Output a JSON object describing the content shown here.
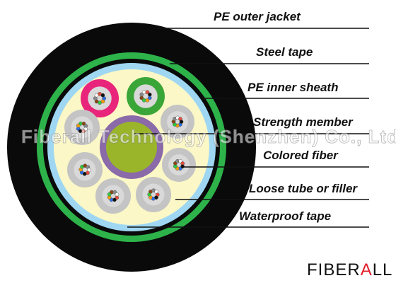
{
  "labels": [
    {
      "text": "PE outer jacket"
    },
    {
      "text": "Steel tape"
    },
    {
      "text": "PE inner sheath"
    },
    {
      "text": "Strength member"
    },
    {
      "text": "Colored fiber"
    },
    {
      "text": "Loose tube or filler"
    },
    {
      "text": "Waterproof tape"
    }
  ],
  "watermark": "Fiberall Technology (Shenzhen) Co., Ltd",
  "logo": {
    "part1": "FIBER",
    "part2": "A",
    "part3": "LL"
  },
  "colors": {
    "outer_jacket": "#0a0a0a",
    "steel_tape": "#2db34a",
    "waterproof_tape": "#9fd7f2",
    "core_fill": "#fbf7c6",
    "strength_member": "#9ab52a",
    "strength_ring": "#8a6aa8",
    "tube_gray": "#c4c4c4",
    "tube_red": "#e8257a",
    "tube_green": "#3aa638"
  }
}
